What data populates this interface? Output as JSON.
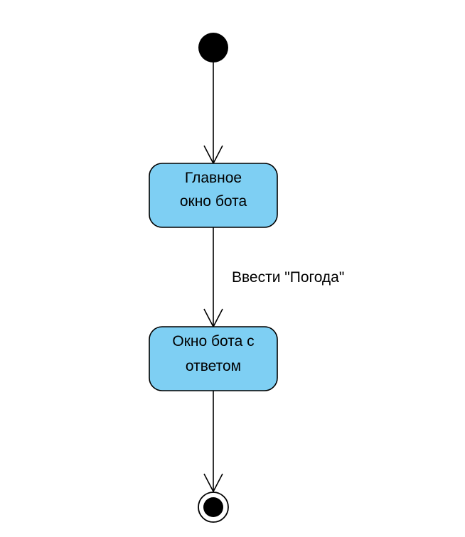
{
  "diagram": {
    "type": "uml-activity",
    "colors": {
      "state_fill": "#7ecff3",
      "stroke": "#000000",
      "background": "#ffffff"
    },
    "start_node": {
      "icon": "filled-circle-icon"
    },
    "states": [
      {
        "id": "main-window",
        "label_lines": [
          "Главное",
          "окно бота"
        ]
      },
      {
        "id": "answer-window",
        "label_lines": [
          "Окно бота с",
          "ответом"
        ]
      }
    ],
    "transitions": [
      {
        "from": "start",
        "to": "main-window",
        "label": ""
      },
      {
        "from": "main-window",
        "to": "answer-window",
        "label": "Ввести \"Погода\""
      },
      {
        "from": "answer-window",
        "to": "end",
        "label": ""
      }
    ],
    "end_node": {
      "icon": "bullseye-icon"
    }
  }
}
